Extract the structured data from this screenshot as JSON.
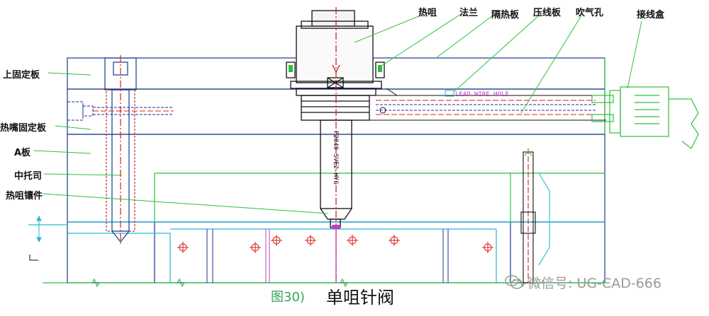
{
  "labels": {
    "hot_nozzle": "热咀",
    "flange": "法兰",
    "insulation_plate": "隔热板",
    "wire_clamp_plate": "压线板",
    "blow_hole": "吹气孔",
    "junction_box": "接线盒",
    "top_clamp_plate": "上固定板",
    "manifold_plate": "热嘴固定板",
    "a_plate": "A板",
    "center_support": "中托司",
    "nozzle_insert": "热咀镶件"
  },
  "drawing_text": {
    "lead_wire_hole": "LEAD WIRE HOLE",
    "nozzle_code": "P2040 SVE2-HYG"
  },
  "caption": {
    "figure_number": "图30)",
    "title": "单咀针阀"
  },
  "watermark": {
    "text": "微信号: UG-CAD-666"
  },
  "colors": {
    "leader": "#2fbf3a",
    "outline": "#1a3a8c",
    "centerline": "#d81e1e",
    "cyan": "#27b6d6",
    "magenta": "#c040c0"
  }
}
